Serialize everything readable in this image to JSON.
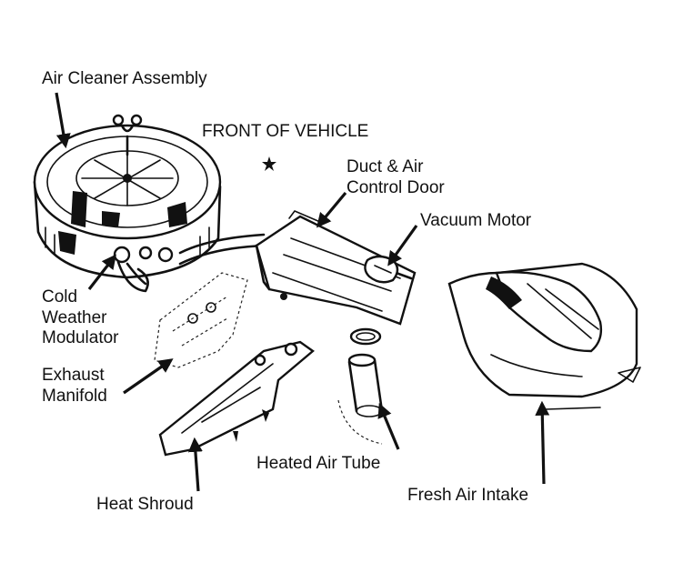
{
  "labels": {
    "air_cleaner": "Air Cleaner Assembly",
    "front": "FRONT OF VEHICLE",
    "duct_1": "Duct & Air",
    "duct_2": "Control Door",
    "vacuum_motor": "Vacuum Motor",
    "cold_1": "Cold",
    "cold_2": "Weather",
    "cold_3": "Modulator",
    "exhaust_1": "Exhaust",
    "exhaust_2": "Manifold",
    "heated_tube": "Heated Air Tube",
    "heat_shroud": "Heat Shroud",
    "fresh_air": "Fresh Air Intake"
  },
  "colors": {
    "ink": "#111111",
    "paper": "#ffffff"
  }
}
